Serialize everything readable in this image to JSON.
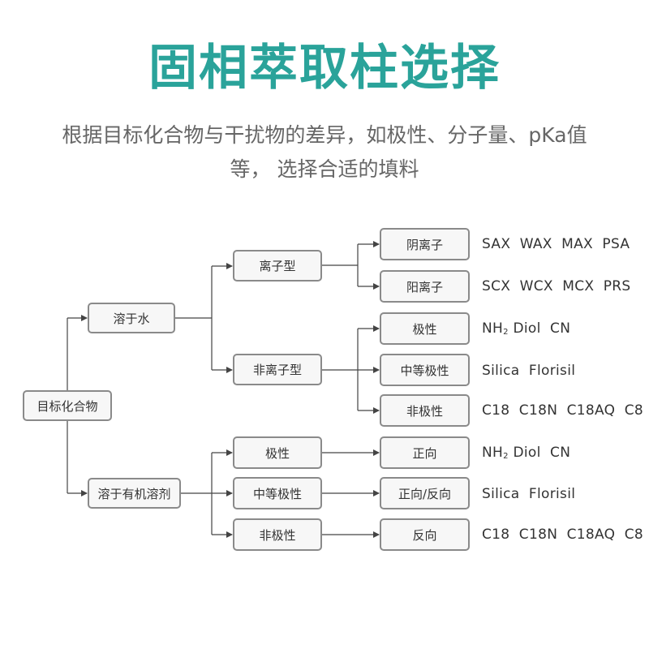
{
  "title": "固相萃取柱选择",
  "subtitle_lines": [
    "根据目标化合物与干扰物的差异，如极性、分子量、pKa值",
    "等， 选择合适的填料"
  ],
  "colors": {
    "title": "#2aa39a",
    "box_border": "#8a8a8a",
    "box_fill": "#f7f7f7",
    "line": "#444444"
  },
  "tree": {
    "root": "目标化合物",
    "water": {
      "label": "溶于水",
      "ionic": {
        "label": "离子型",
        "anion": {
          "label": "阴离子",
          "packing": "SAX  WAX  MAX  PSA"
        },
        "cation": {
          "label": "阳离子",
          "packing": "SCX  WCX  MCX  PRS"
        }
      },
      "nonionic": {
        "label": "非离子型",
        "polar": {
          "label": "极性",
          "packing_main": "NH",
          "packing_sub": "2",
          "packing_rest": " Diol  CN"
        },
        "medium": {
          "label": "中等极性",
          "packing": "Silica  Florisil"
        },
        "nonpolar": {
          "label": "非极性",
          "packing": "C18  C18N  C18AQ  C8"
        }
      }
    },
    "organic": {
      "label": "溶于有机溶剂",
      "polar": {
        "label": "极性",
        "phase": "正向",
        "packing_main": "NH",
        "packing_sub": "2",
        "packing_rest": " Diol  CN"
      },
      "medium": {
        "label": "中等极性",
        "phase": "正向/反向",
        "packing": "Silica  Florisil"
      },
      "nonpolar": {
        "label": "非极性",
        "phase": "反向",
        "packing": "C18  C18N  C18AQ  C8"
      }
    }
  }
}
